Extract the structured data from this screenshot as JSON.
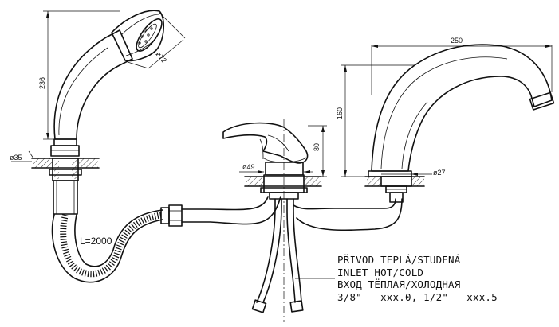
{
  "dimensions": {
    "handshower_length": "236",
    "spray_diameter": "ø72",
    "handshower_hole": "ø35",
    "hose_length": "L=2000",
    "lever_height": "80",
    "mixer_hole": "ø49",
    "spout_reach": "250",
    "spout_height": "160",
    "spout_hole": "ø27"
  },
  "notes": {
    "line1": "PŘIVOD TEPLÁ/STUDENÁ",
    "line2": "INLET HOT/COLD",
    "line3": "ВХОД ТЁПЛАЯ/ХОЛОДНАЯ",
    "line4": "3/8\" - xxx.0, 1/2\" - xxx.5"
  }
}
